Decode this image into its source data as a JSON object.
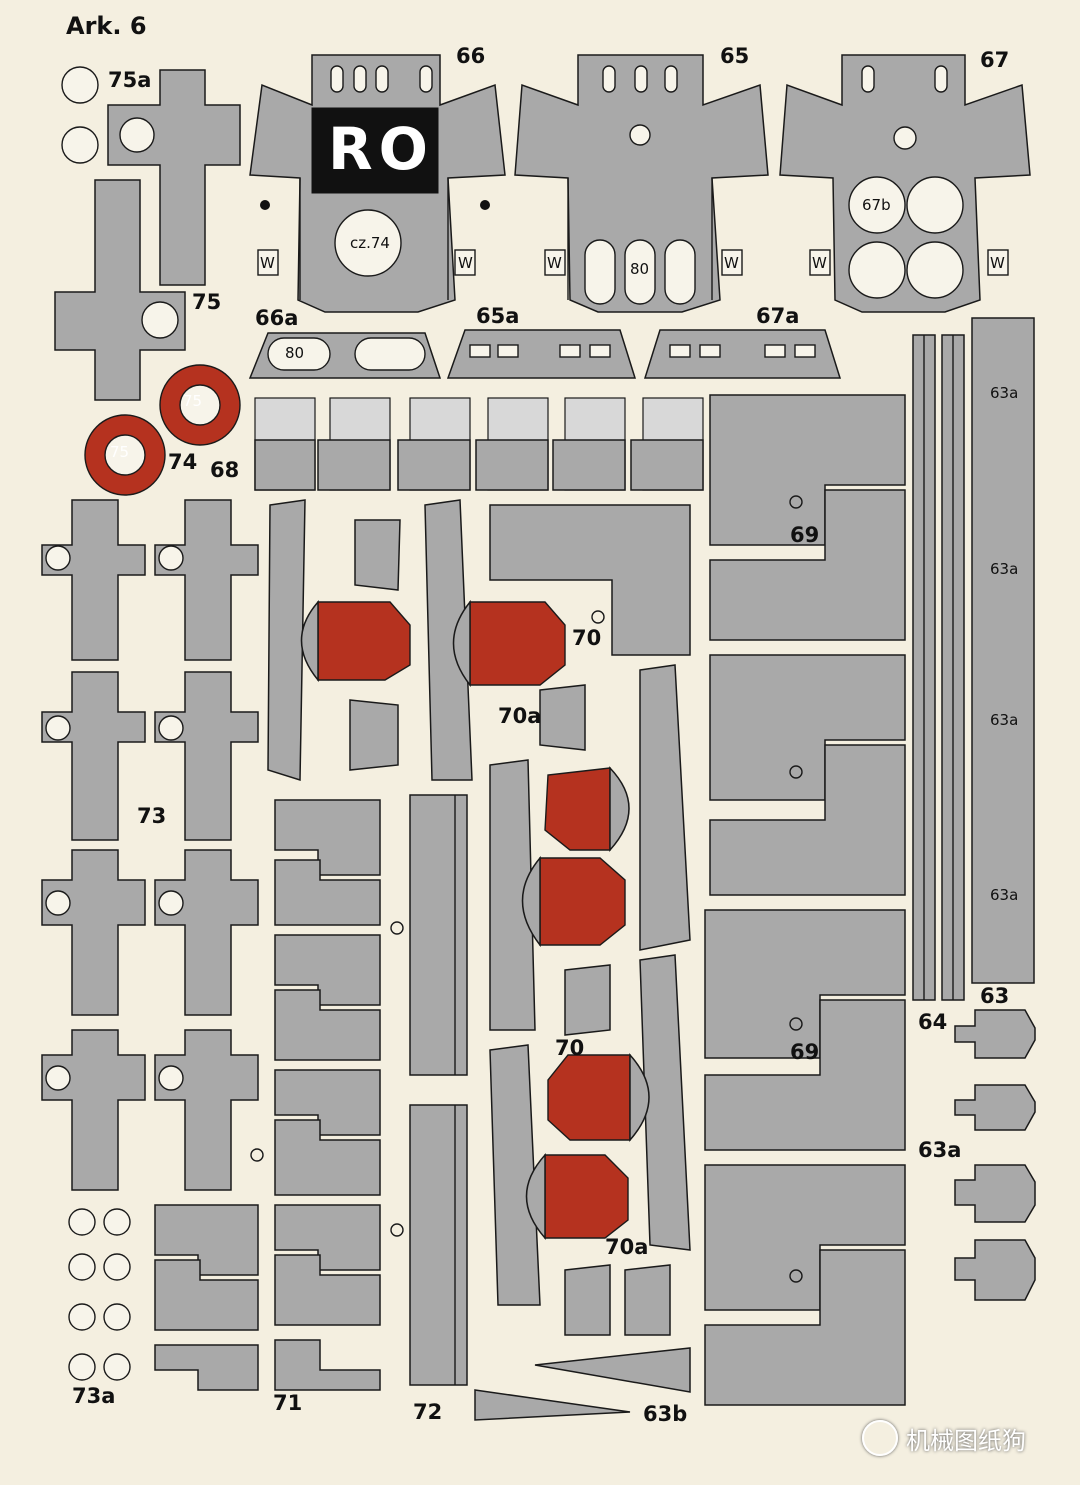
{
  "sheet": {
    "title": "Ark. 6",
    "labels": {
      "p66": "66",
      "p65": "65",
      "p67": "67",
      "ro": "RO",
      "cz74": "cz.74",
      "w": "W",
      "p80": "80",
      "p67b": "67b",
      "p66a": "66a",
      "p65a": "65a",
      "p67a": "67a",
      "p75a": "75a",
      "p75": "75",
      "p74": "74",
      "p68": "68",
      "p69": "69",
      "p70": "70",
      "p70a": "70a",
      "p73": "73",
      "p73a": "73a",
      "p71": "71",
      "p72": "72",
      "p63": "63",
      "p63a": "63a",
      "p63b": "63b",
      "p64": "64"
    },
    "colors": {
      "paper": "#f4efe0",
      "part_gray": "#a9a9a9",
      "part_red": "#b5321f",
      "ink": "#1a1a1a"
    }
  },
  "watermark": {
    "icon": "wechat-logo-icon",
    "text": "机械图纸狗"
  }
}
